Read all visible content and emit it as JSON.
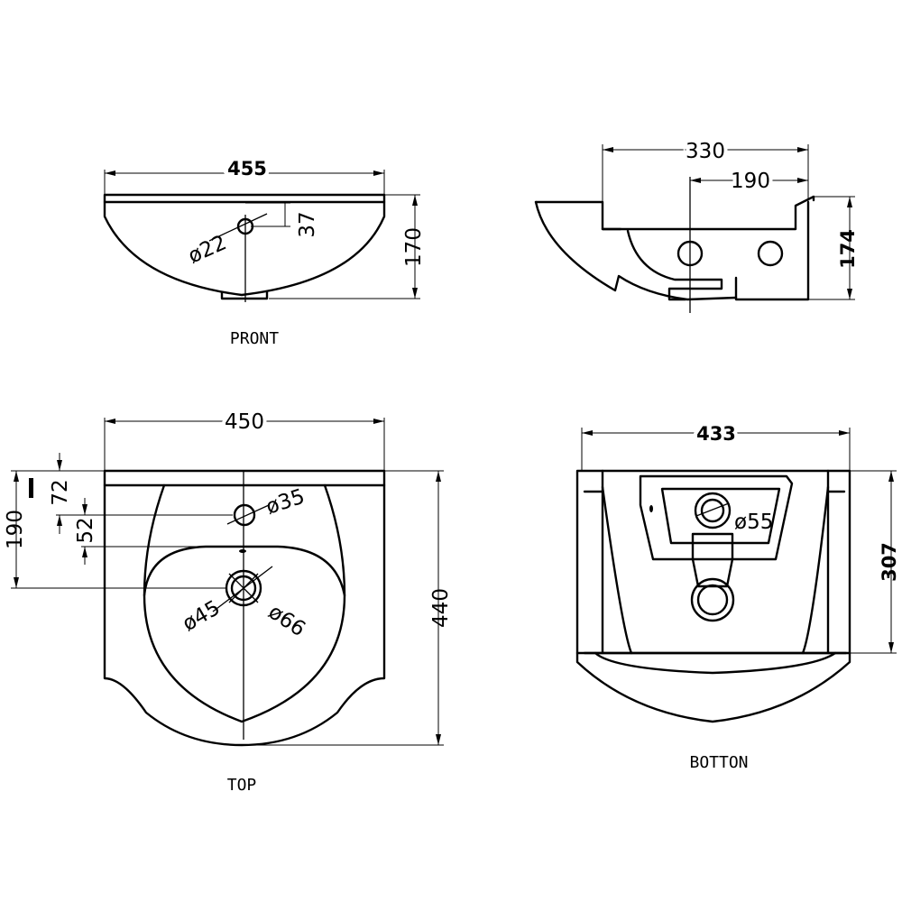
{
  "views": {
    "front": {
      "label": "PRONT",
      "width": "455",
      "height": "170",
      "tap_hole_dia": "ø22",
      "tap_offset": "37"
    },
    "side": {
      "depth": "330",
      "hole_offset": "190",
      "height": "174"
    },
    "top": {
      "label": "TOP",
      "width": "450",
      "depth": "440",
      "d1": "190",
      "d2": "72",
      "d3": "52",
      "tap_hole": "ø35",
      "waste_inner": "ø45",
      "waste_outer": "ø66"
    },
    "bottom": {
      "label": "BOTTON",
      "width": "433",
      "height": "307",
      "waste_hole": "ø55"
    }
  }
}
